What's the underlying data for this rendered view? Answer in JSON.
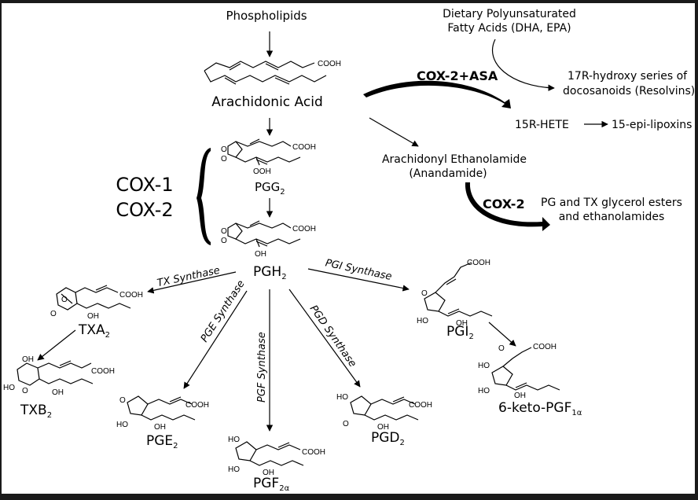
{
  "colors": {
    "frame": "#1a1a1a",
    "background": "#ffffff",
    "ink": "#000000"
  },
  "nodes": {
    "phospholipids": "Phospholipids",
    "dietary_line1": "Dietary Polyunsaturated",
    "dietary_line2": "Fatty Acids (DHA, EPA)",
    "arachidonic_acid": "Arachidonic Acid",
    "resolvins_line1": "17R-hydroxy series of",
    "resolvins_line2": "docosanoids (Resolvins)",
    "hete": "15R-HETE",
    "epi_lipoxins": "15-epi-lipoxins",
    "anandamide_line1": "Arachidonyl Ethanolamide",
    "anandamide_line2": "(Anandamide)",
    "glycerol_line1": "PG and TX glycerol esters",
    "glycerol_line2": "and ethanolamides",
    "pgg2": "PGG",
    "pgh2": "PGH",
    "txa2": "TXA",
    "txb2": "TXB",
    "pge2": "PGE",
    "pgf2a": "PGF",
    "pgd2": "PGD",
    "pgi2": "PGI",
    "keto_pgf": "6-keto-PGF",
    "sub_2": "2",
    "sub_2a": "2α",
    "sub_1a": "1α"
  },
  "cox_group": {
    "cox1": "COX-1",
    "cox2": "COX-2"
  },
  "enzymes": {
    "cox2_asa": "COX-2+ASA",
    "cox2": "COX-2",
    "tx_synthase": "TX Synthase",
    "pgi_synthase": "PGI Synthase",
    "pge_synthase": "PGE Synthase",
    "pgf_synthase": "PGF Synthase",
    "pgd_synthase": "PGD Synthase"
  },
  "chem_labels": {
    "cooh": "COOH",
    "ooh": "OOH",
    "oh": "OH",
    "ho": "HO",
    "o": "O"
  }
}
